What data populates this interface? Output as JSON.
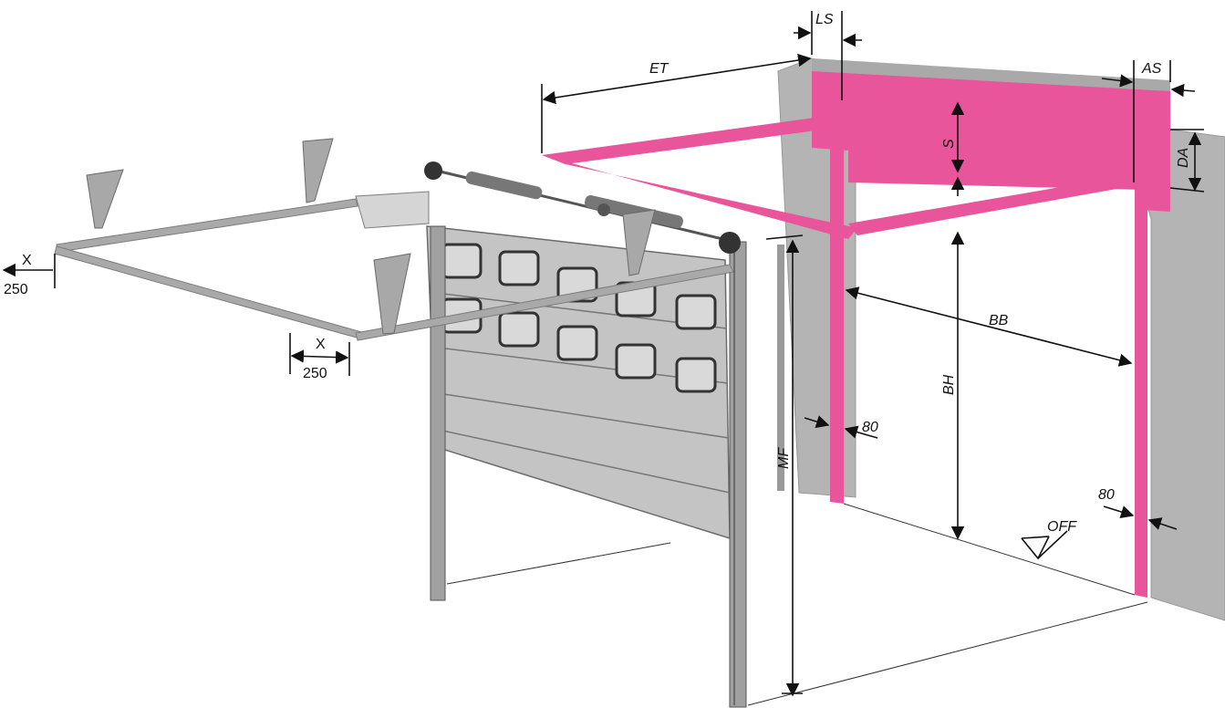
{
  "diagram": {
    "colors": {
      "accent": "#e8559b",
      "wall": "#b2b2b2",
      "door_panel": "#bcbcbc",
      "rail": "#a9a9a9",
      "dimension_line": "#111111"
    },
    "labels": {
      "ls": "LS",
      "as": "AS",
      "et": "ET",
      "s": "S",
      "da": "DA",
      "bb": "BB",
      "bh": "BH",
      "mf": "MF",
      "off": "OFF",
      "x_left": "X",
      "x_left_value": "250",
      "x_mid": "X",
      "x_mid_value": "250",
      "width_left": "80",
      "width_right": "80"
    }
  }
}
